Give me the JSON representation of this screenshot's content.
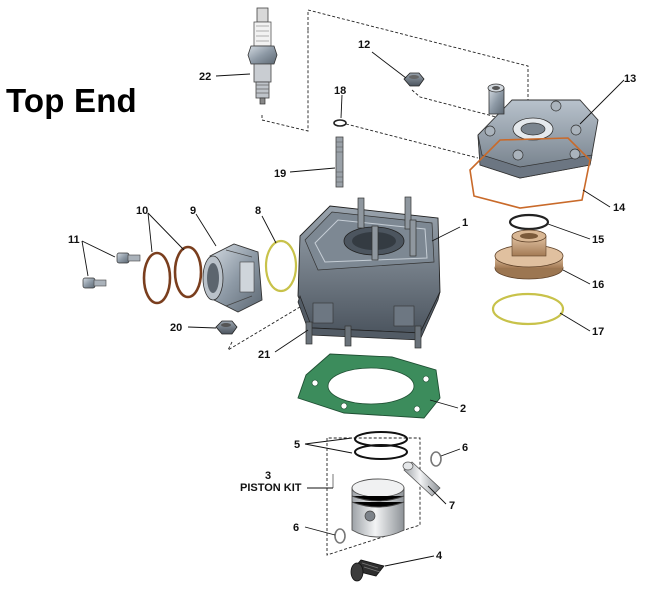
{
  "title": "Top End",
  "callouts": {
    "c1": "1",
    "c2": "2",
    "c3": "3",
    "c3_label": "PISTON KIT",
    "c4": "4",
    "c5": "5",
    "c6a": "6",
    "c6b": "6",
    "c7": "7",
    "c8": "8",
    "c9": "9",
    "c10": "10",
    "c11": "11",
    "c12": "12",
    "c13": "13",
    "c14": "14",
    "c15": "15",
    "c16": "16",
    "c17": "17",
    "c18": "18",
    "c19": "19",
    "c20": "20",
    "c21": "21",
    "c22": "22"
  },
  "colors": {
    "gasket_green": "#3c8c5c",
    "gasket_orange": "#c96a2a",
    "oring_brown": "#7a3e1e",
    "seal_yellow": "#c8c24a",
    "metal_gray": "#8e9aa6",
    "insert_bronze": "#c49a72"
  }
}
